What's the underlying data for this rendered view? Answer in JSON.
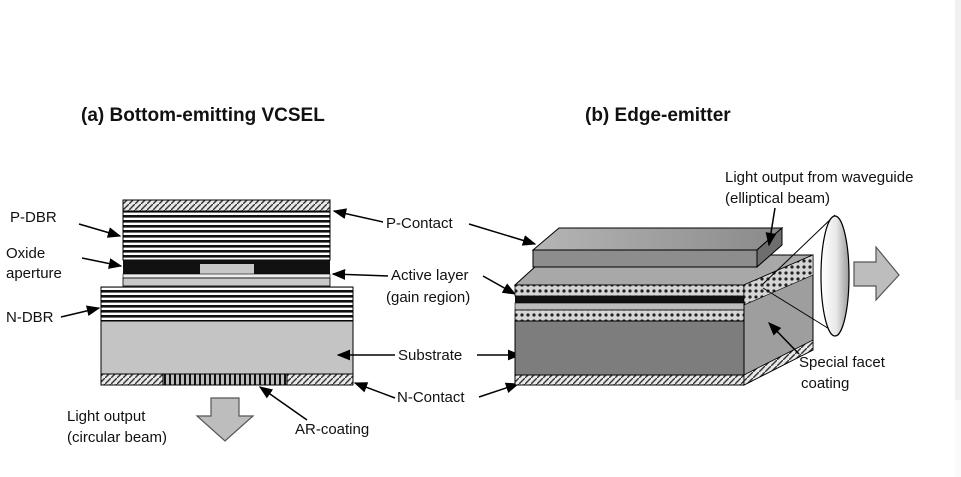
{
  "panel_a": {
    "title": "(a) Bottom-emitting VCSEL",
    "labels": {
      "p_dbr": "P-DBR",
      "oxide_line1": "Oxide",
      "oxide_line2": "aperture",
      "n_dbr": "N-DBR",
      "light_output_line1": "Light output",
      "light_output_line2": "(circular beam)",
      "ar_coating": "AR-coating"
    }
  },
  "panel_b": {
    "title": "(b) Edge-emitter",
    "labels": {
      "light_from_waveguide_line1": "Light output from waveguide",
      "light_from_waveguide_line2": "(elliptical beam)",
      "special_facet_line1": "Special facet",
      "special_facet_line2": "coating"
    }
  },
  "shared_labels": {
    "p_contact": "P-Contact",
    "active_line1": "Active layer",
    "active_line2": "(gain region)",
    "substrate": "Substrate",
    "n_contact": "N-Contact"
  }
}
